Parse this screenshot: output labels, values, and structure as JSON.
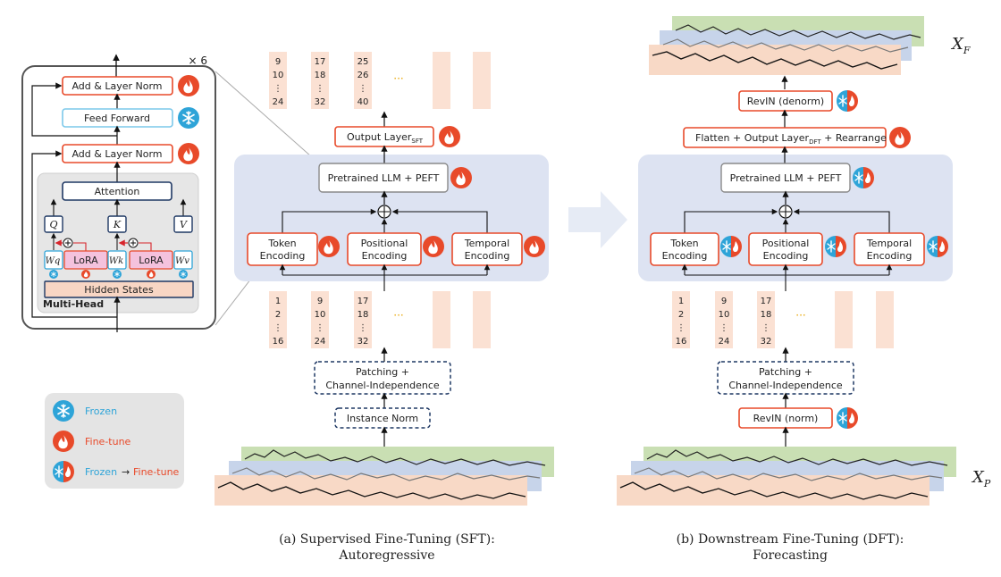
{
  "transformer_block": {
    "repeat_label": "× 6",
    "add_norm_top": "Add & Layer Norm",
    "feed_forward": "Feed Forward",
    "add_norm_bottom": "Add & Layer Norm",
    "attention": "Attention",
    "q": "Q",
    "k": "K",
    "v": "V",
    "wq": "Wq",
    "wk": "Wk",
    "wv": "Wv",
    "lora": "LoRA",
    "hidden_states": "Hidden States",
    "multi_head": "Multi-Head"
  },
  "legend": {
    "frozen": "Frozen",
    "finetune": "Fine-tune",
    "frozen_to": "Frozen",
    "to_finetune": "Fine-tune",
    "arrow": "→"
  },
  "sft": {
    "output_layer": "Output Layer",
    "output_sub": "SFT",
    "llm": "Pretrained LLM + PEFT",
    "token_encoding": [
      "Token",
      "Encoding"
    ],
    "positional_encoding": [
      "Positional",
      "Encoding"
    ],
    "temporal_encoding": [
      "Temporal",
      "Encoding"
    ],
    "out_patches": [
      [
        "9",
        "10",
        "⋮",
        "24"
      ],
      [
        "17",
        "18",
        "⋮",
        "32"
      ],
      [
        "25",
        "26",
        "⋮",
        "40"
      ]
    ],
    "in_patches": [
      [
        "1",
        "2",
        "⋮",
        "16"
      ],
      [
        "9",
        "10",
        "⋮",
        "24"
      ],
      [
        "17",
        "18",
        "⋮",
        "32"
      ]
    ],
    "ellipsis": "···",
    "patching": [
      "Patching +",
      "Channel-Independence"
    ],
    "instance_norm": "Instance Norm",
    "caption": [
      "(a) Supervised Fine-Tuning (SFT):",
      "Autoregressive"
    ]
  },
  "dft": {
    "xf": "X",
    "xf_sub": "F",
    "xp": "X",
    "xp_sub": "P",
    "revin_denorm": "RevIN (denorm)",
    "flatten": "Flatten + Output Layer",
    "flatten_sub": "DFT",
    "flatten_tail": " + Rearrange",
    "llm": "Pretrained LLM + PEFT",
    "token_encoding": [
      "Token",
      "Encoding"
    ],
    "positional_encoding": [
      "Positional",
      "Encoding"
    ],
    "temporal_encoding": [
      "Temporal",
      "Encoding"
    ],
    "in_patches": [
      [
        "1",
        "2",
        "⋮",
        "16"
      ],
      [
        "9",
        "10",
        "⋮",
        "24"
      ],
      [
        "17",
        "18",
        "⋮",
        "32"
      ]
    ],
    "ellipsis": "···",
    "patching": [
      "Patching +",
      "Channel-Independence"
    ],
    "revin_norm": "RevIN (norm)",
    "caption": [
      "(b) Downstream Fine-Tuning (DFT):",
      "Forecasting"
    ]
  },
  "colors": {
    "finetune": "#e84a2a",
    "frozen": "#2ea4d8",
    "panel": "#dde3f2",
    "patch": "#fbe1d3",
    "navy": "#1f3864",
    "lora_fill": "#f4c2dd",
    "hidden_fill": "#f8d6c4"
  }
}
